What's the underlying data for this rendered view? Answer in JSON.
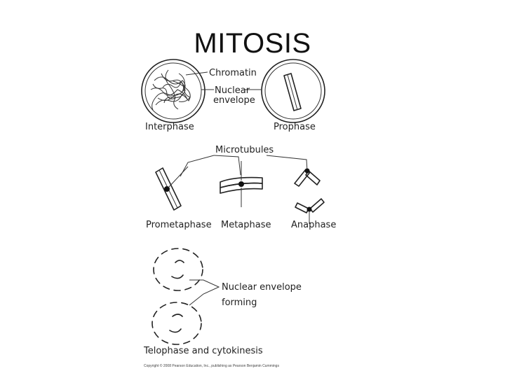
{
  "title": "MITOSIS",
  "labels": {
    "chromatin": "Chromatin",
    "nuclear": "Nuclear",
    "envelope": "envelope",
    "interphase": "Interphase",
    "prophase": "Prophase",
    "microtubules": "Microtubules",
    "prometaphase": "Prometaphase",
    "metaphase": "Metaphase",
    "anaphase": "Anaphase",
    "nuclear_envelope": "Nuclear envelope",
    "forming": "forming",
    "telophase": "Telophase and cytokinesis"
  },
  "copyright": "Copyright © 2008 Pearson Education, Inc., publishing as Pearson Benjamin Cummings"
}
